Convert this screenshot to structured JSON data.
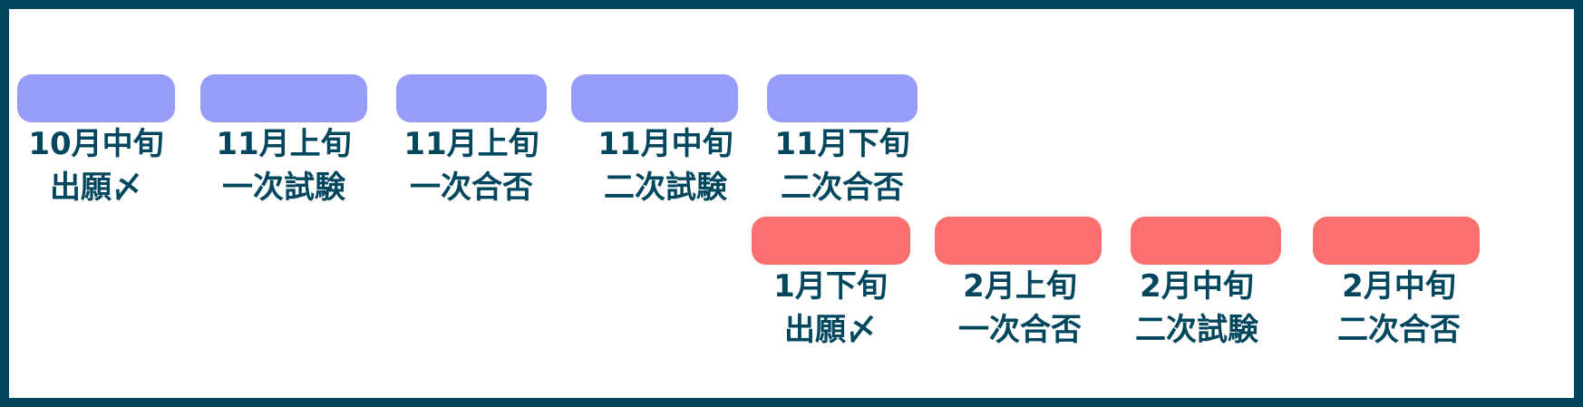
{
  "colors": {
    "frame": "#03475f",
    "text": "#03475f",
    "top_bar": "#989cf9",
    "bottom_bar": "#fc6f6f",
    "background": "#ffffff"
  },
  "top_row": [
    {
      "date": "10月中旬",
      "event": "出願〆"
    },
    {
      "date": "11月上旬",
      "event": "一次試験"
    },
    {
      "date": "11月上旬",
      "event": "一次合否"
    },
    {
      "date": "11月中旬",
      "event": "二次試験"
    },
    {
      "date": "11月下旬",
      "event": "二次合否"
    }
  ],
  "bottom_row": [
    {
      "date": "1月下旬",
      "event": "出願〆"
    },
    {
      "date": "2月上旬",
      "event": "一次合否"
    },
    {
      "date": "2月中旬",
      "event": "二次試験"
    },
    {
      "date": "2月中旬",
      "event": "二次合否"
    }
  ]
}
